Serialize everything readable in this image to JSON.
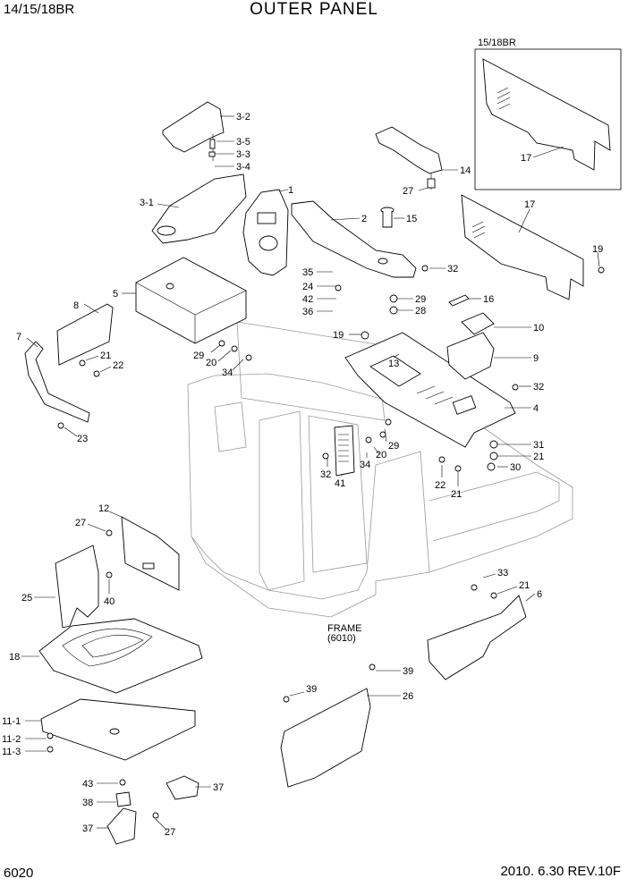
{
  "header": {
    "model": "14/15/18BR",
    "title": "OUTER PANEL"
  },
  "footer": {
    "page": "6020",
    "revision": "2010. 6.30  REV.10F"
  },
  "inset": {
    "label": "15/18BR",
    "part_label": "17"
  },
  "frame_note": {
    "line1": "FRAME",
    "line2": "(6010)"
  },
  "callouts": [
    "3-2",
    "3-5",
    "3-3",
    "3-4",
    "3-1",
    "1",
    "2",
    "14",
    "27",
    "15",
    "17",
    "19",
    "5",
    "35",
    "24",
    "42",
    "36",
    "32",
    "29",
    "28",
    "16",
    "10",
    "8",
    "7",
    "21",
    "22",
    "23",
    "29",
    "20",
    "34",
    "19",
    "13",
    "9",
    "32",
    "4",
    "29",
    "20",
    "34",
    "31",
    "21",
    "30",
    "32",
    "41",
    "22",
    "21",
    "12",
    "27",
    "40",
    "25",
    "33",
    "21",
    "6",
    "18",
    "39",
    "39",
    "26",
    "11-1",
    "11-2",
    "11-3",
    "43",
    "38",
    "37",
    "37",
    "27"
  ]
}
